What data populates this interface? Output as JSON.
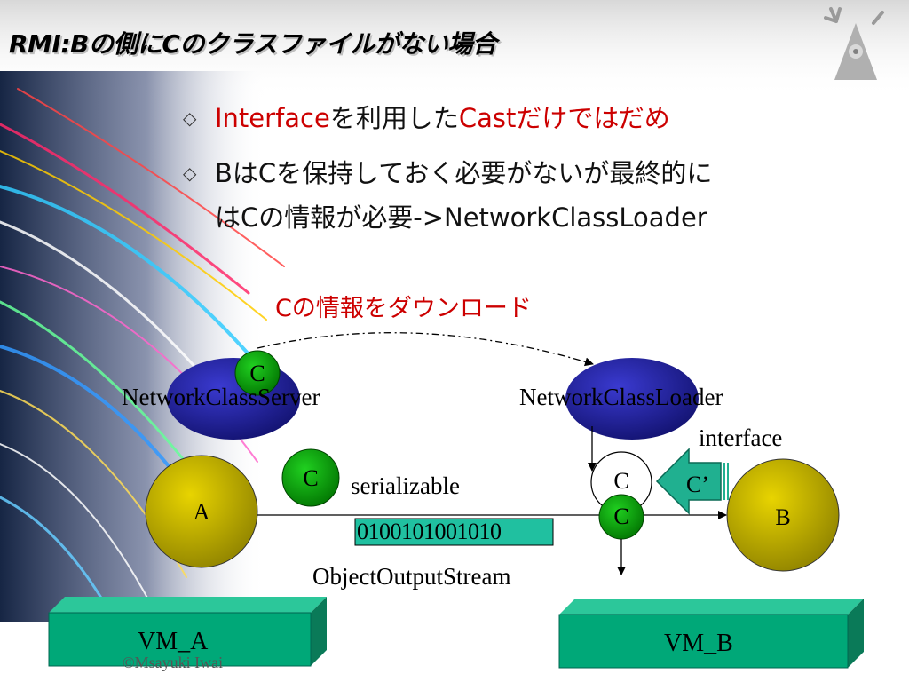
{
  "slide": {
    "title": "RMI:Bの側にCのクラスファイルがない場合",
    "bullets": [
      {
        "parts": [
          {
            "text": "Interface",
            "red": true
          },
          {
            "text": "を利用した",
            "red": false
          },
          {
            "text": "Cast",
            "red": true
          },
          {
            "text": "だけではだめ",
            "red": true
          }
        ]
      },
      {
        "line1": "BはCを保持しておく必要がないが最終的に",
        "line2": "はCの情報が必要->NetworkClassLoader"
      }
    ],
    "download_label": "Cの情報をダウンロード",
    "copyright": "©Msayuki Iwai"
  },
  "diagram": {
    "server_label": "NetworkClassServer",
    "loader_label": "NetworkClassLoader",
    "interface_label": "interface",
    "serializable_label": "serializable",
    "stream_bits": "0100101001010",
    "stream_label": "ObjectOutputStream",
    "node_a": "A",
    "node_b": "B",
    "class_c": "C",
    "class_c_prime": "C’",
    "vm_a": "VM_A",
    "vm_b": "VM_B"
  },
  "colors": {
    "ellipse_blue": "#1f1fa0",
    "circle_green": "#00a000",
    "node_yellow": "#c8b400",
    "vm_teal": "#00a878",
    "arrow_teal": "#20b090",
    "bits_teal": "#20c0a0",
    "title_red": "#cc0000"
  }
}
